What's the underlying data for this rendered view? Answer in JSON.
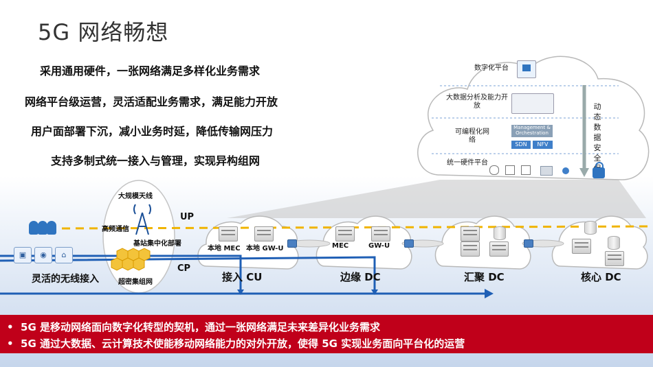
{
  "title": "5G 网络畅想",
  "bullets": [
    "采用通用硬件，一张网络满足多样化业务需求",
    "网络平台级运营，灵活适配业务需求，满足能力开放",
    "用户面部署下沉，减小业务时延，降低传输网压力",
    "支持多制式统一接入与管理，实现异构组网"
  ],
  "cloud_stack": {
    "layers": [
      "数字化平台",
      "大数据分析及能力开放",
      "可编程化网络",
      "统一硬件平台"
    ],
    "side_label": "动态数据安全保",
    "mgmt_box": "Management & Orchestration",
    "sdn": "SDN",
    "nfv": "NFV"
  },
  "access": {
    "oval_labels": [
      "大规模天线",
      "高频通信",
      "基站集中化部署",
      "超密集组网"
    ],
    "left_label": "灵活的无线接入"
  },
  "planes": {
    "up": "UP",
    "cp": "CP"
  },
  "clouds": [
    {
      "name": "接入 CU",
      "items": [
        "本地 MEC",
        "本地 GW-U"
      ]
    },
    {
      "name": "边缘 DC",
      "items": [
        "MEC",
        "GW-U"
      ]
    },
    {
      "name": "汇聚 DC",
      "items": []
    },
    {
      "name": "核心 DC",
      "items": []
    }
  ],
  "footer": [
    "5G 是移动网络面向数字化转型的契机，通过一张网络满足未来差异化业务需求",
    "5G 通过大数据、云计算技术使能移动网络能力的对外开放，使得 5G 实现业务面向平台化的运营"
  ],
  "colors": {
    "accent_blue": "#1f5fb5",
    "up_dash": "#f0b400",
    "footer_red": "#c0001a"
  }
}
